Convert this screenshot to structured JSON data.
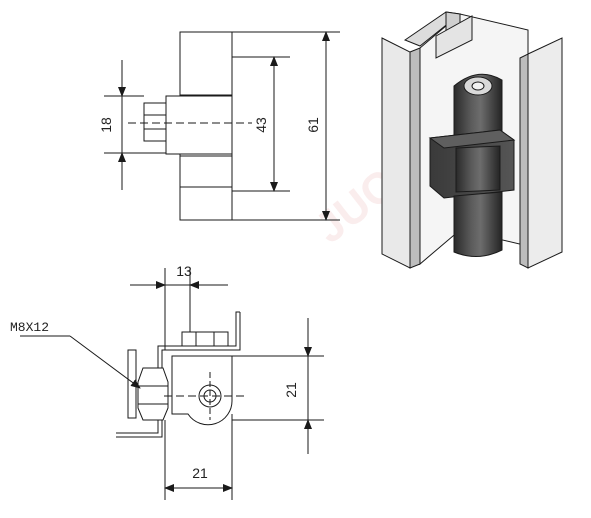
{
  "drawing": {
    "top_view": {
      "dim_18": "18",
      "dim_43": "43",
      "dim_61": "61"
    },
    "side_view": {
      "dim_13": "13",
      "dim_21_vertical": "21",
      "dim_21_horizontal": "21",
      "callout": "M8X12"
    },
    "watermark": "JUCRO"
  },
  "colors": {
    "line": "#1a1a1a",
    "profile_light": "#f3f3f3",
    "profile_shade": "#c9c9c9",
    "hinge_dark": "#3b3b3b",
    "watermark": "#e7a0a0"
  }
}
